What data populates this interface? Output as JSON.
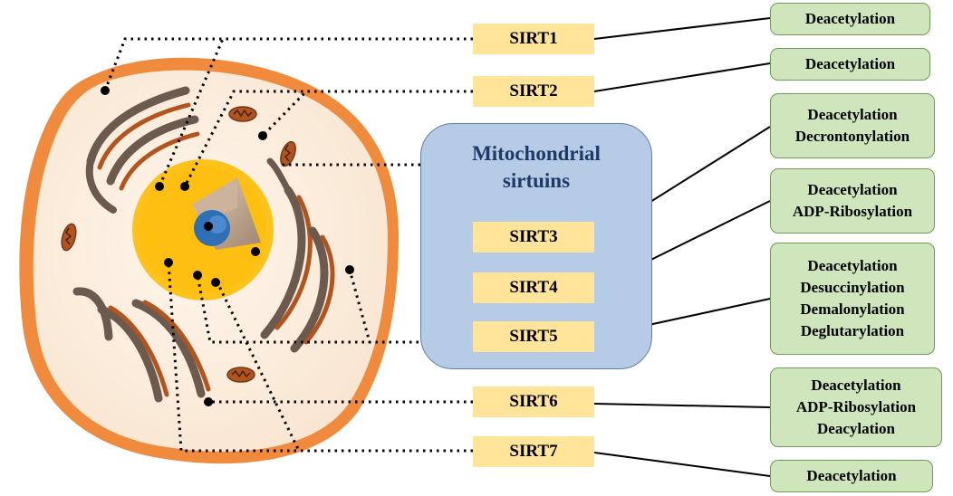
{
  "panel": {
    "title_line1": "Mitochondrial",
    "title_line2": "sirtuins"
  },
  "sirtuins": [
    {
      "id": "SIRT1",
      "label": "SIRT1",
      "functions": [
        "Deacetylation"
      ]
    },
    {
      "id": "SIRT2",
      "label": "SIRT2",
      "functions": [
        "Deacetylation"
      ]
    },
    {
      "id": "SIRT3",
      "label": "SIRT3",
      "functions": [
        "Deacetylation",
        "Decrontonylation"
      ]
    },
    {
      "id": "SIRT4",
      "label": "SIRT4",
      "functions": [
        "Deacetylation",
        "ADP-Ribosylation"
      ]
    },
    {
      "id": "SIRT5",
      "label": "SIRT5",
      "functions": [
        "Deacetylation",
        "Desuccinylation",
        "Demalonylation",
        "Deglutarylation"
      ]
    },
    {
      "id": "SIRT6",
      "label": "SIRT6",
      "functions": [
        "Deacetylation",
        "ADP-Ribosylation",
        "Deacylation"
      ]
    },
    {
      "id": "SIRT7",
      "label": "SIRT7",
      "functions": [
        "Deacetylation"
      ]
    }
  ],
  "colors": {
    "sirt_box": "#ffe49a",
    "function_box": "#cfe6bd",
    "function_border": "#6f9a57",
    "mito_panel": "#b6cce6",
    "mito_title": "#1f3a66",
    "cell_membrane": "#f08a3c",
    "cytoplasm": "#fbeee0",
    "nucleus": "#ffc21a",
    "nucleolus": "#2f6fb5",
    "organelle": "#b3541e"
  },
  "icons": [
    "cell-illustration",
    "connector-dotted-line",
    "connector-solid-line"
  ]
}
